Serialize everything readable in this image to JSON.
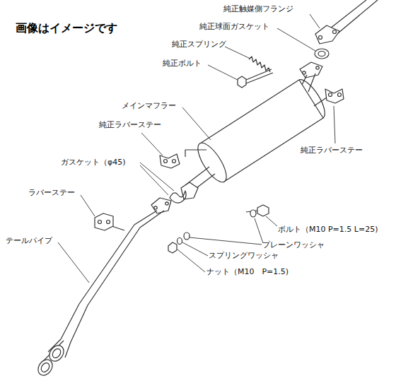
{
  "diagram": {
    "labels": [
      "画像はイメージです",
      "純正触媒側フランジ",
      "純正球面ガスケット",
      "純正スプリング",
      "純正ボルト",
      "メインマフラー",
      "純正ラバーステー",
      "純正ラバーステー",
      "ガスケット（φ45)",
      "ラバーステー",
      "ボルト（M10 P=1.5 L=25)",
      "テールパイプ",
      "プレーンワッシャ",
      "スプリングワッシャ",
      "ナット（M10　P=1.5)"
    ]
  }
}
